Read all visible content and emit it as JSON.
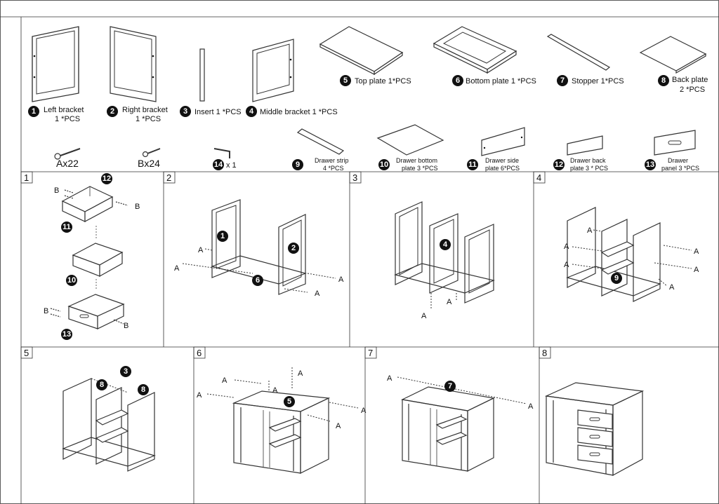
{
  "parts": [
    {
      "num": "1",
      "name": "Left bracket",
      "qty": "1 *PCS"
    },
    {
      "num": "2",
      "name": "Right bracket",
      "qty": "1 *PCS"
    },
    {
      "num": "3",
      "name": "Insert 1 *PCS",
      "qty": ""
    },
    {
      "num": "4",
      "name": "Middle bracket 1 *PCS",
      "qty": ""
    },
    {
      "num": "5",
      "name": "Top plate 1*PCS",
      "qty": ""
    },
    {
      "num": "6",
      "name": "Bottom plate 1 *PCS",
      "qty": ""
    },
    {
      "num": "7",
      "name": "Stopper 1*PCS",
      "qty": ""
    },
    {
      "num": "8",
      "name": "Back plate",
      "qty": "2 *PCS"
    },
    {
      "num": "9",
      "name": "Drawer strip",
      "qty": "4 *PCS"
    },
    {
      "num": "10",
      "name": "Drawer bottom",
      "qty": "plate 3 *PCS"
    },
    {
      "num": "11",
      "name": "Drawer side",
      "qty": "plate 6*PCS"
    },
    {
      "num": "12",
      "name": "Drawer back",
      "qty": "plate 3 * PCS"
    },
    {
      "num": "13",
      "name": "Drawer",
      "qty": "panel 3 *PCS"
    },
    {
      "num": "14",
      "name": "x 1",
      "qty": ""
    }
  ],
  "hardware": {
    "a": "Ax22",
    "b": "Bx24"
  },
  "steps": [
    "1",
    "2",
    "3",
    "4",
    "5",
    "6",
    "7",
    "8"
  ],
  "letters": {
    "a": "A",
    "b": "B"
  }
}
